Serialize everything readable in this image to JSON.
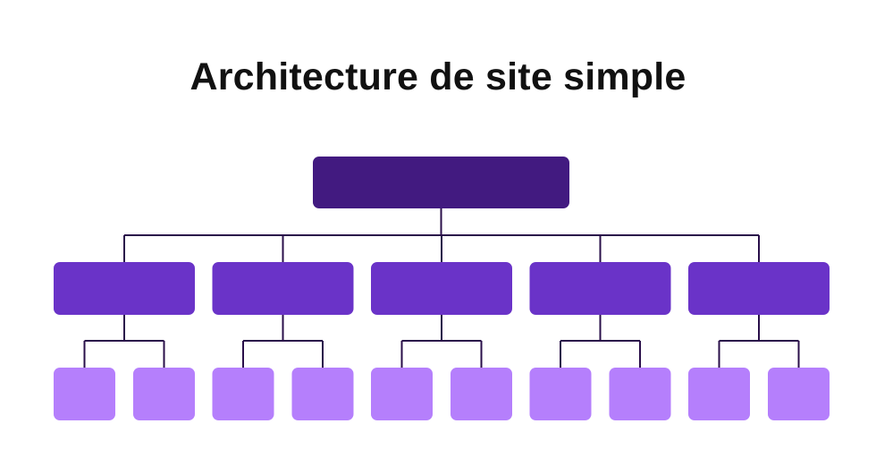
{
  "title": "Architecture de site simple",
  "colors": {
    "root": "#421a80",
    "category": "#6a33c8",
    "page": "#b57ffc",
    "connector": "#2a0f4a"
  },
  "tree": {
    "categories": 5,
    "pages_per_category": 2
  }
}
